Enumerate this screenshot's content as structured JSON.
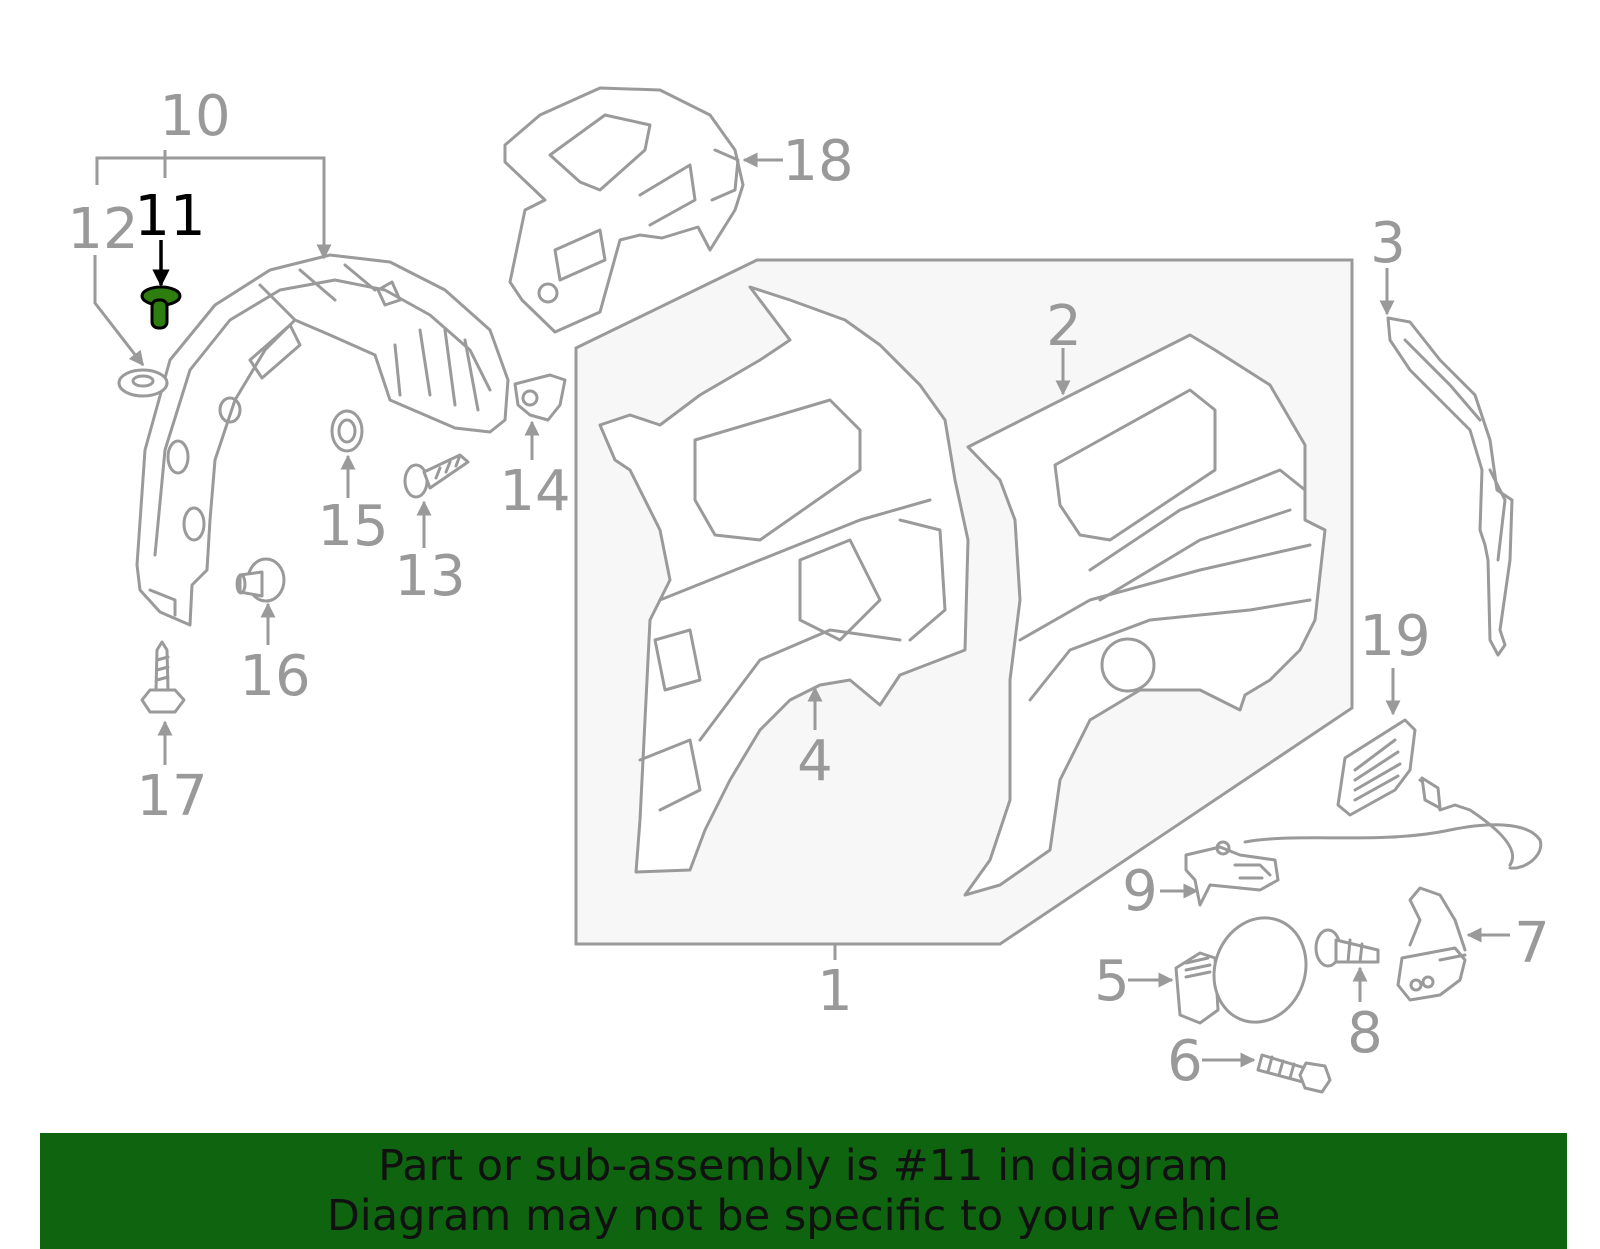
{
  "highlight": {
    "part_number": "11",
    "color": "#2d7d0f",
    "outline": "#000000"
  },
  "callouts": {
    "c1": "1",
    "c2": "2",
    "c3": "3",
    "c4": "4",
    "c5": "5",
    "c6": "6",
    "c7": "7",
    "c8": "8",
    "c9": "9",
    "c10": "10",
    "c11": "11",
    "c12": "12",
    "c13": "13",
    "c14": "14",
    "c15": "15",
    "c16": "16",
    "c17": "17",
    "c18": "18",
    "c19": "19"
  },
  "banner": {
    "line1": "Part or sub-assembly is #11 in diagram",
    "line2": "Diagram may not be specific to your vehicle",
    "background": "#0f650f"
  }
}
